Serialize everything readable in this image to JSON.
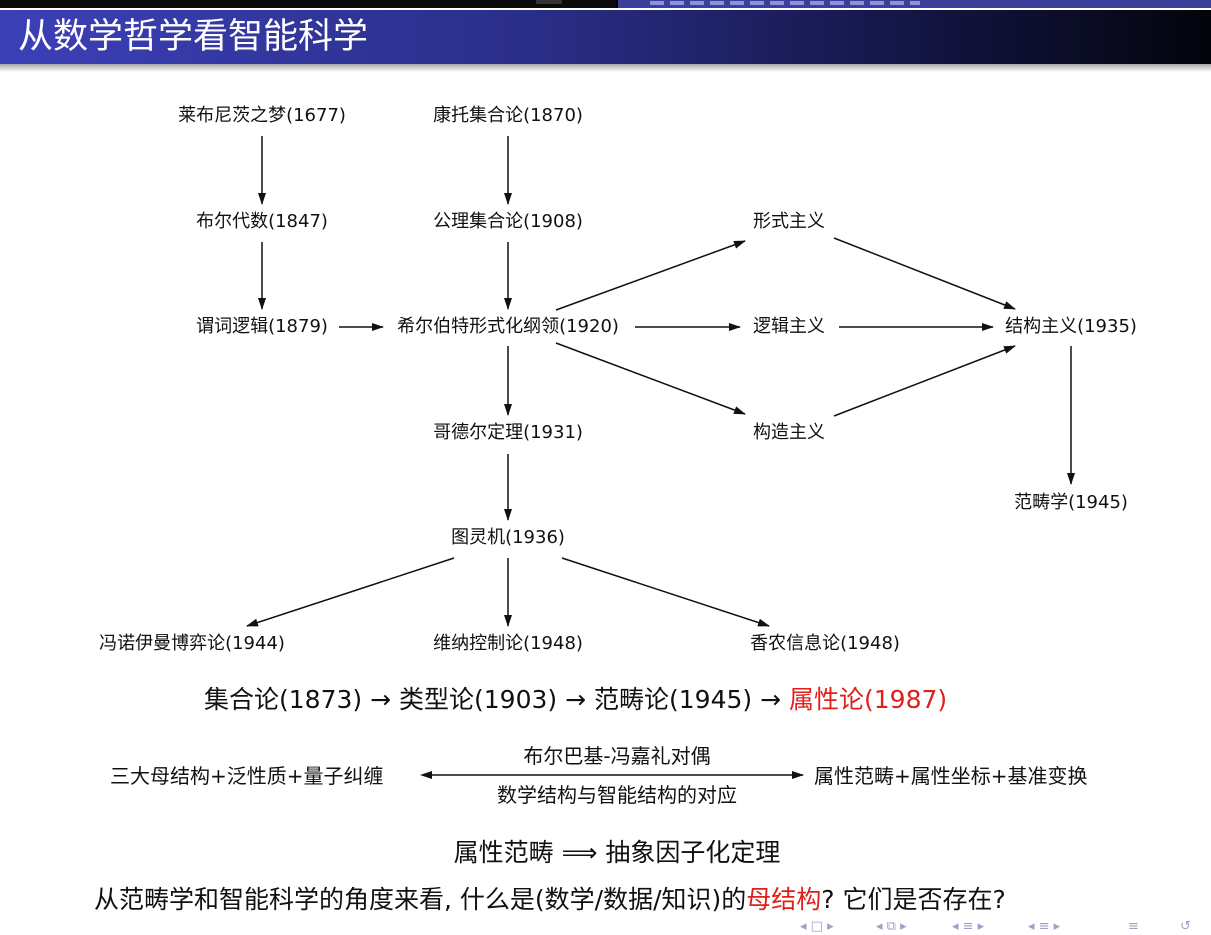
{
  "header": {
    "title": "从数学哲学看智能科学"
  },
  "diagram": {
    "nodes": {
      "leibniz": "莱布尼茨之梦(1677)",
      "cantor": "康托集合论(1870)",
      "boolean": "布尔代数(1847)",
      "axiomatic": "公理集合论(1908)",
      "formalism": "形式主义",
      "predicate": "谓词逻辑(1879)",
      "hilbert": "希尔伯特形式化纲领(1920)",
      "logicism": "逻辑主义",
      "structuralism": "结构主义(1935)",
      "godel": "哥德尔定理(1931)",
      "constructivism": "构造主义",
      "category_study": "范畴学(1945)",
      "turing": "图灵机(1936)",
      "vonneumann": "冯诺伊曼博弈论(1944)",
      "wiener": "维纳控制论(1948)",
      "shannon": "香农信息论(1948)"
    }
  },
  "theories": {
    "set_theory": "集合论(1873)",
    "type_theory": "类型论(1903)",
    "category_theory": "范畴论(1945)",
    "attribute_theory": "属性论(1987)",
    "arrow": "→"
  },
  "duality": {
    "left": "三大母结构+泛性质+量子纠缠",
    "top_label": "布尔巴基-冯嘉礼对偶",
    "bottom_label": "数学结构与智能结构的对应",
    "right": "属性范畴+属性坐标+基准变换"
  },
  "theorem": {
    "left": "属性范畴",
    "implies": "⟹",
    "right": "抽象因子化定理"
  },
  "question": {
    "prefix": "从范畴学和智能科学的角度来看, 什么是(数学/数据/知识)的",
    "highlight": "母结构",
    "suffix": "? 它们是否存在?"
  },
  "colors": {
    "title_gradient_start": "#3c40b8",
    "title_gradient_end": "#04040c",
    "highlight": "#e0201a",
    "nav": "#9da2c8"
  },
  "icons": [
    "nav-frame-left-icon",
    "nav-frame-right-icon",
    "nav-subsection-icon",
    "nav-section-icon",
    "nav-align-icon",
    "nav-search-icon"
  ]
}
